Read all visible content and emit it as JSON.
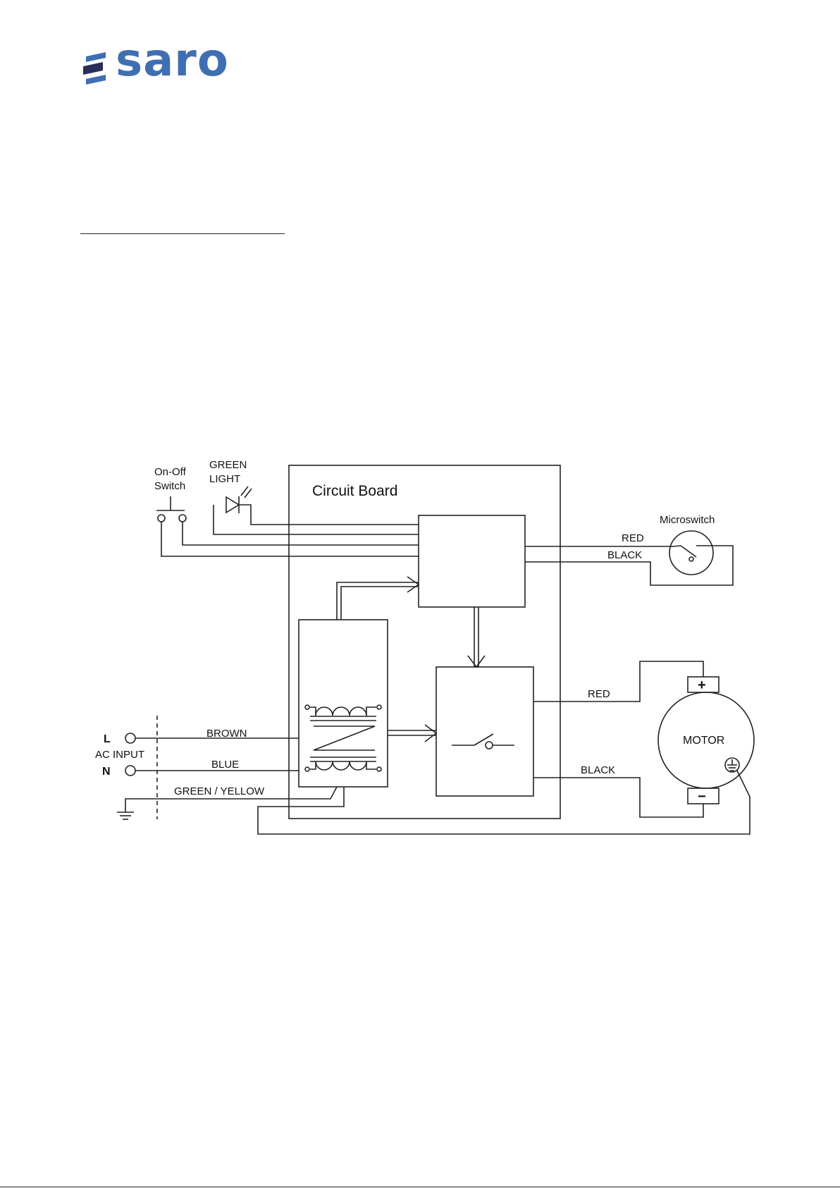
{
  "brand": {
    "name": "saro",
    "color": "#3f6fb2"
  },
  "diagram": {
    "circuit_board": "Circuit Board",
    "on_off_switch_line1": "On-Off",
    "on_off_switch_line2": "Switch",
    "green_light_line1": "GREEN",
    "green_light_line2": "LIGHT",
    "microswitch": "Microswitch",
    "microswitch_red": "RED",
    "microswitch_black": "BLACK",
    "motor": "MOTOR",
    "motor_red": "RED",
    "motor_black": "BLACK",
    "motor_plus": "+",
    "motor_minus": "−",
    "line_l": "L",
    "line_n": "N",
    "ac_input": "AC INPUT",
    "brown": "BROWN",
    "blue": "BLUE",
    "green_yellow": "GREEN / YELLOW"
  }
}
